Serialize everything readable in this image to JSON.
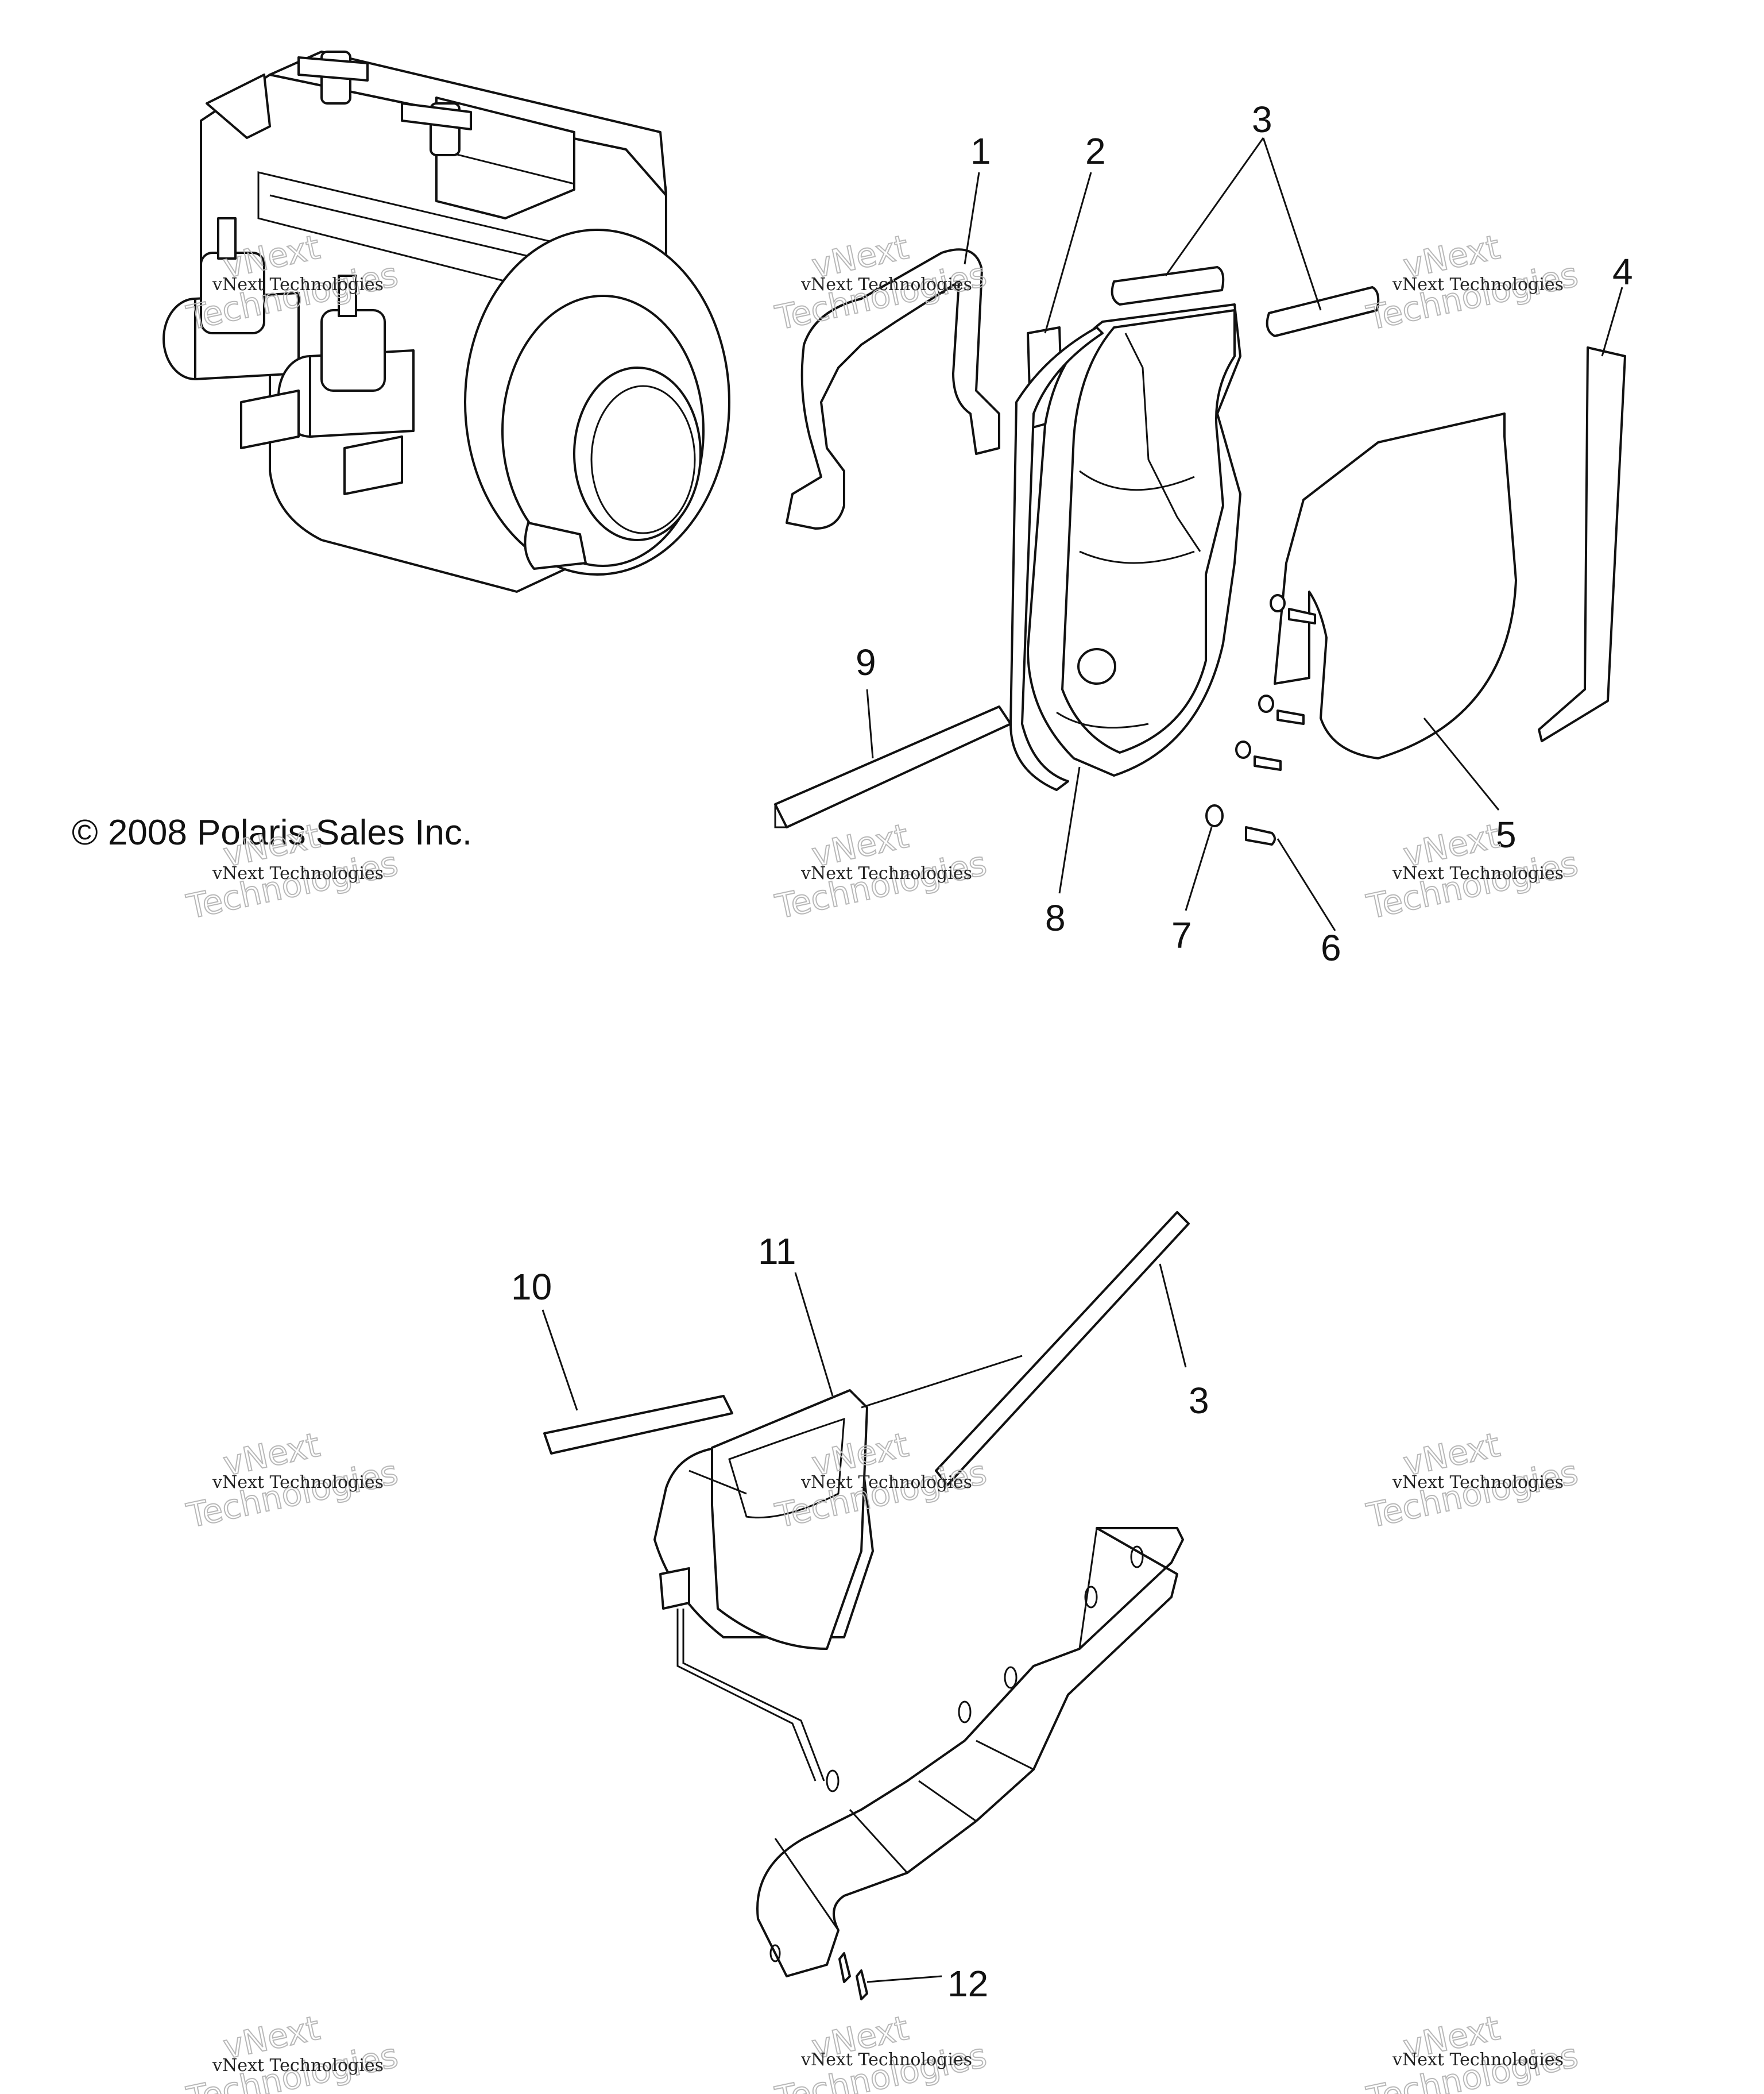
{
  "copyright": "© 2008 Polaris Sales Inc.",
  "watermark": {
    "line1": "vNext",
    "line2": "Technologies",
    "small": "vNext Technologies"
  },
  "callouts": {
    "c1": "1",
    "c2": "2",
    "c3a": "3",
    "c4": "4",
    "c5": "5",
    "c6": "6",
    "c7": "7",
    "c8": "8",
    "c9": "9",
    "c10": "10",
    "c11": "11",
    "c3b": "3",
    "c12": "12"
  }
}
